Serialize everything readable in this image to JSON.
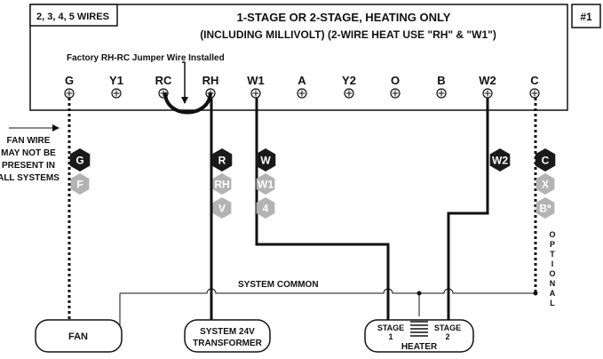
{
  "header": {
    "wires_label": "2, 3, 4, 5 WIRES",
    "title_line1": "1-STAGE OR 2-STAGE, HEATING ONLY",
    "title_line2": "(INCLUDING MILLIVOLT)  (2-WIRE HEAT USE \"RH\" & \"W1\")",
    "diagram_number": "#1"
  },
  "jumper_note": "Factory RH-RC Jumper Wire Installed",
  "terminals": [
    "G",
    "Y1",
    "RC",
    "RH",
    "W1",
    "A",
    "Y2",
    "O",
    "B",
    "W2",
    "C"
  ],
  "wire_labels": {
    "G": {
      "primary": "G",
      "alternates": [
        "F"
      ]
    },
    "RH": {
      "primary": "R",
      "alternates": [
        "RH",
        "V"
      ]
    },
    "W1": {
      "primary": "W",
      "alternates": [
        "W1",
        "4"
      ]
    },
    "W2": {
      "primary": "W2",
      "alternates": []
    },
    "C": {
      "primary": "C",
      "alternates": [
        "X",
        "B*"
      ]
    }
  },
  "fan_note": [
    "FAN WIRE",
    "MAY NOT BE",
    "PRESENT IN",
    "ALL SYSTEMS"
  ],
  "optional_label": "OPTIONAL",
  "system_common": "SYSTEM COMMON",
  "devices": {
    "fan": "FAN",
    "transformer_line1": "SYSTEM 24V",
    "transformer_line2": "TRANSFORMER",
    "heater": "HEATER",
    "stage1_line1": "STAGE",
    "stage1_line2": "1",
    "stage2_line1": "STAGE",
    "stage2_line2": "2"
  }
}
